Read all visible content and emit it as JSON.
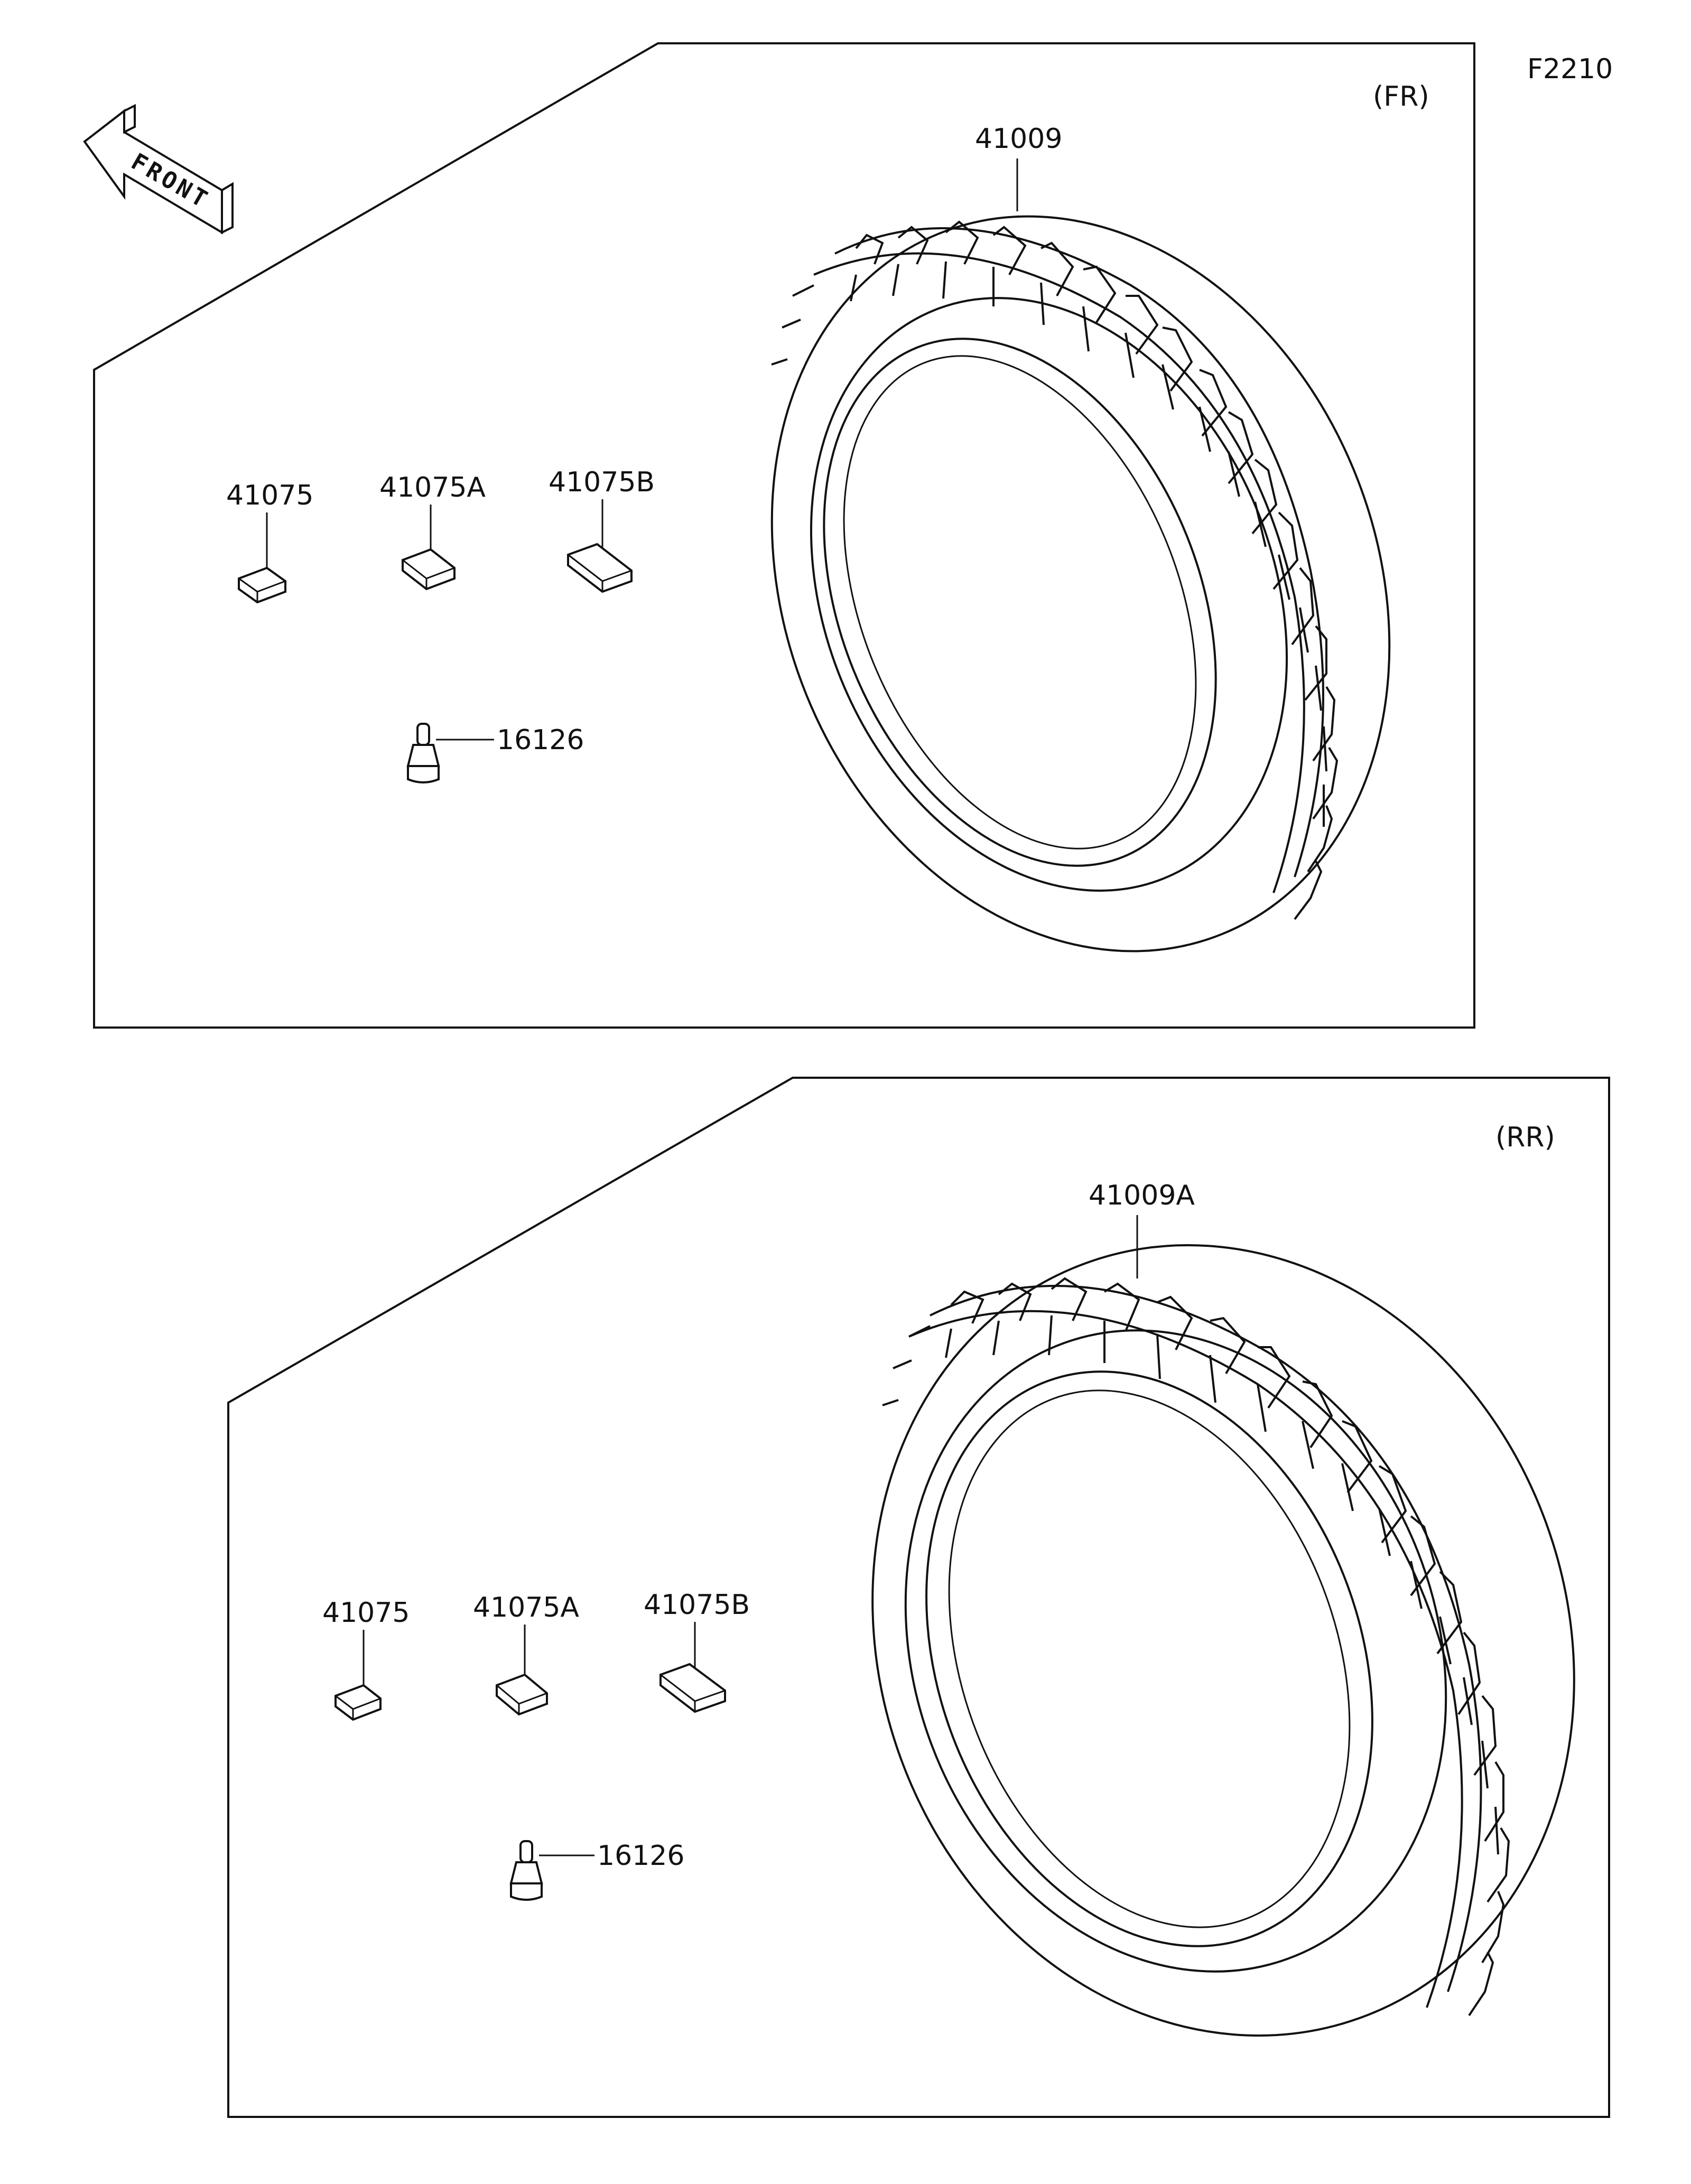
{
  "figure_code": "F2210",
  "front_arrow": {
    "label": "FRONT",
    "icon": "front-direction-arrow-icon"
  },
  "sections": [
    {
      "position_label": "(FR)",
      "tire_part": "41009",
      "parts": {
        "weight_a": "41075",
        "weight_b": "41075A",
        "weight_c": "41075B",
        "valve": "16126"
      }
    },
    {
      "position_label": "(RR)",
      "tire_part": "41009A",
      "parts": {
        "weight_a": "41075",
        "weight_b": "41075A",
        "weight_c": "41075B",
        "valve": "16126"
      }
    }
  ]
}
